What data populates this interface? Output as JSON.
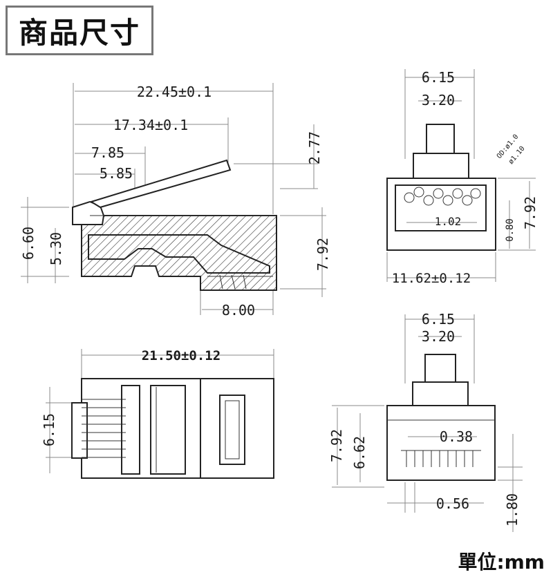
{
  "title": "商品尺寸",
  "unit": "單位:mm",
  "side_view": {
    "dim_total_length": "22.45±0.1",
    "dim_body_length": "17.34±0.1",
    "dim_latch_a": "7.85",
    "dim_latch_b": "5.85",
    "dim_latch_height": "2.77",
    "dim_height_a": "6.60",
    "dim_height_b": "5.30",
    "dim_height_total": "7.92",
    "dim_bottom": "8.00"
  },
  "front_view_top": {
    "dim_width_a": "6.15",
    "dim_width_b": "3.20",
    "label_od": "OD:ø1.0",
    "label_od2": "ø1.10",
    "dim_pitch": "1.02",
    "dim_small_height": "0.80",
    "dim_height": "7.92",
    "dim_width": "11.62±0.12"
  },
  "bottom_view": {
    "dim_length": "21.50±0.12",
    "dim_width": "6.15"
  },
  "front_view_bottom": {
    "dim_width_a": "6.15",
    "dim_width_b": "3.20",
    "dim_height_a": "7.92",
    "dim_height_b": "6.62",
    "dim_contact_gap": "0.38",
    "dim_contact_width": "0.56",
    "dim_bottom_height": "1.80"
  }
}
